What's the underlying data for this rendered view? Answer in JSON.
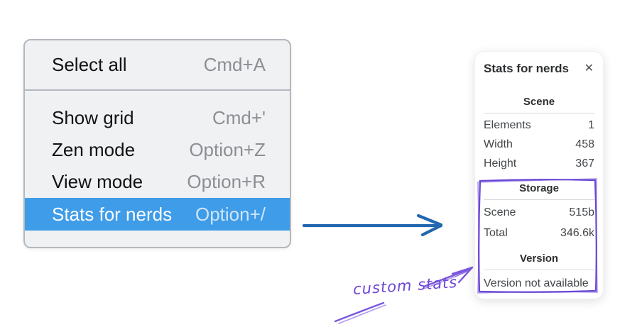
{
  "colors": {
    "menu_highlight_blue": "#3f9ce8",
    "pointer_arrow_blue": "#2267af",
    "annotation_purple": "#6d46d8"
  },
  "menu": {
    "items": [
      {
        "label": "Select all",
        "shortcut": "Cmd+A"
      },
      {
        "label": "Show grid",
        "shortcut": "Cmd+'"
      },
      {
        "label": "Zen mode",
        "shortcut": "Option+Z"
      },
      {
        "label": "View mode",
        "shortcut": "Option+R"
      },
      {
        "label": "Stats for nerds",
        "shortcut": "Option+/"
      }
    ]
  },
  "panel": {
    "title": "Stats for nerds",
    "close_icon": "✕",
    "sections": [
      {
        "header": "Scene",
        "rows": [
          {
            "label": "Elements",
            "value": "1"
          },
          {
            "label": "Width",
            "value": "458"
          },
          {
            "label": "Height",
            "value": "367"
          }
        ]
      },
      {
        "header": "Storage",
        "rows": [
          {
            "label": "Scene",
            "value": "515b"
          },
          {
            "label": "Total",
            "value": "346.6k"
          }
        ]
      },
      {
        "header": "Version",
        "rows": [],
        "note": "Version not available"
      }
    ]
  },
  "annotation": {
    "label": "custom stats"
  }
}
